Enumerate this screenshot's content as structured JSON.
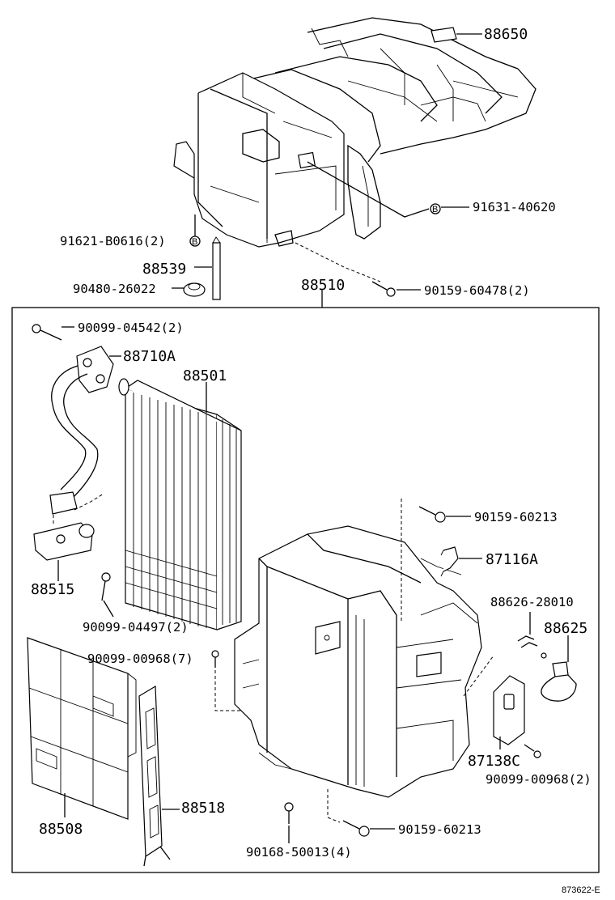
{
  "labels": {
    "p88650": "88650",
    "p91631": "91631-40620",
    "p91621": "91621-B0616(2)",
    "p88539": "88539",
    "p90480": "90480-26022",
    "p88510": "88510",
    "p90159a": "90159-60478(2)",
    "p90099a": "90099-04542(2)",
    "p88710": "88710A",
    "p88501": "88501",
    "p90159b": "90159-60213",
    "p87116": "87116A",
    "p88515": "88515",
    "p90099b": "90099-04497(2)",
    "p88626": "88626-28010",
    "p88625": "88625",
    "p90099c": "90099-00968(7)",
    "p87138": "87138C",
    "p90099d": "90099-00968(2)",
    "p88508": "88508",
    "p88518": "88518",
    "p90159c": "90159-60213",
    "p90168": "90168-50013(4)"
  },
  "markers": {
    "b1": "B",
    "b2": "B"
  },
  "citation": "873622-E"
}
